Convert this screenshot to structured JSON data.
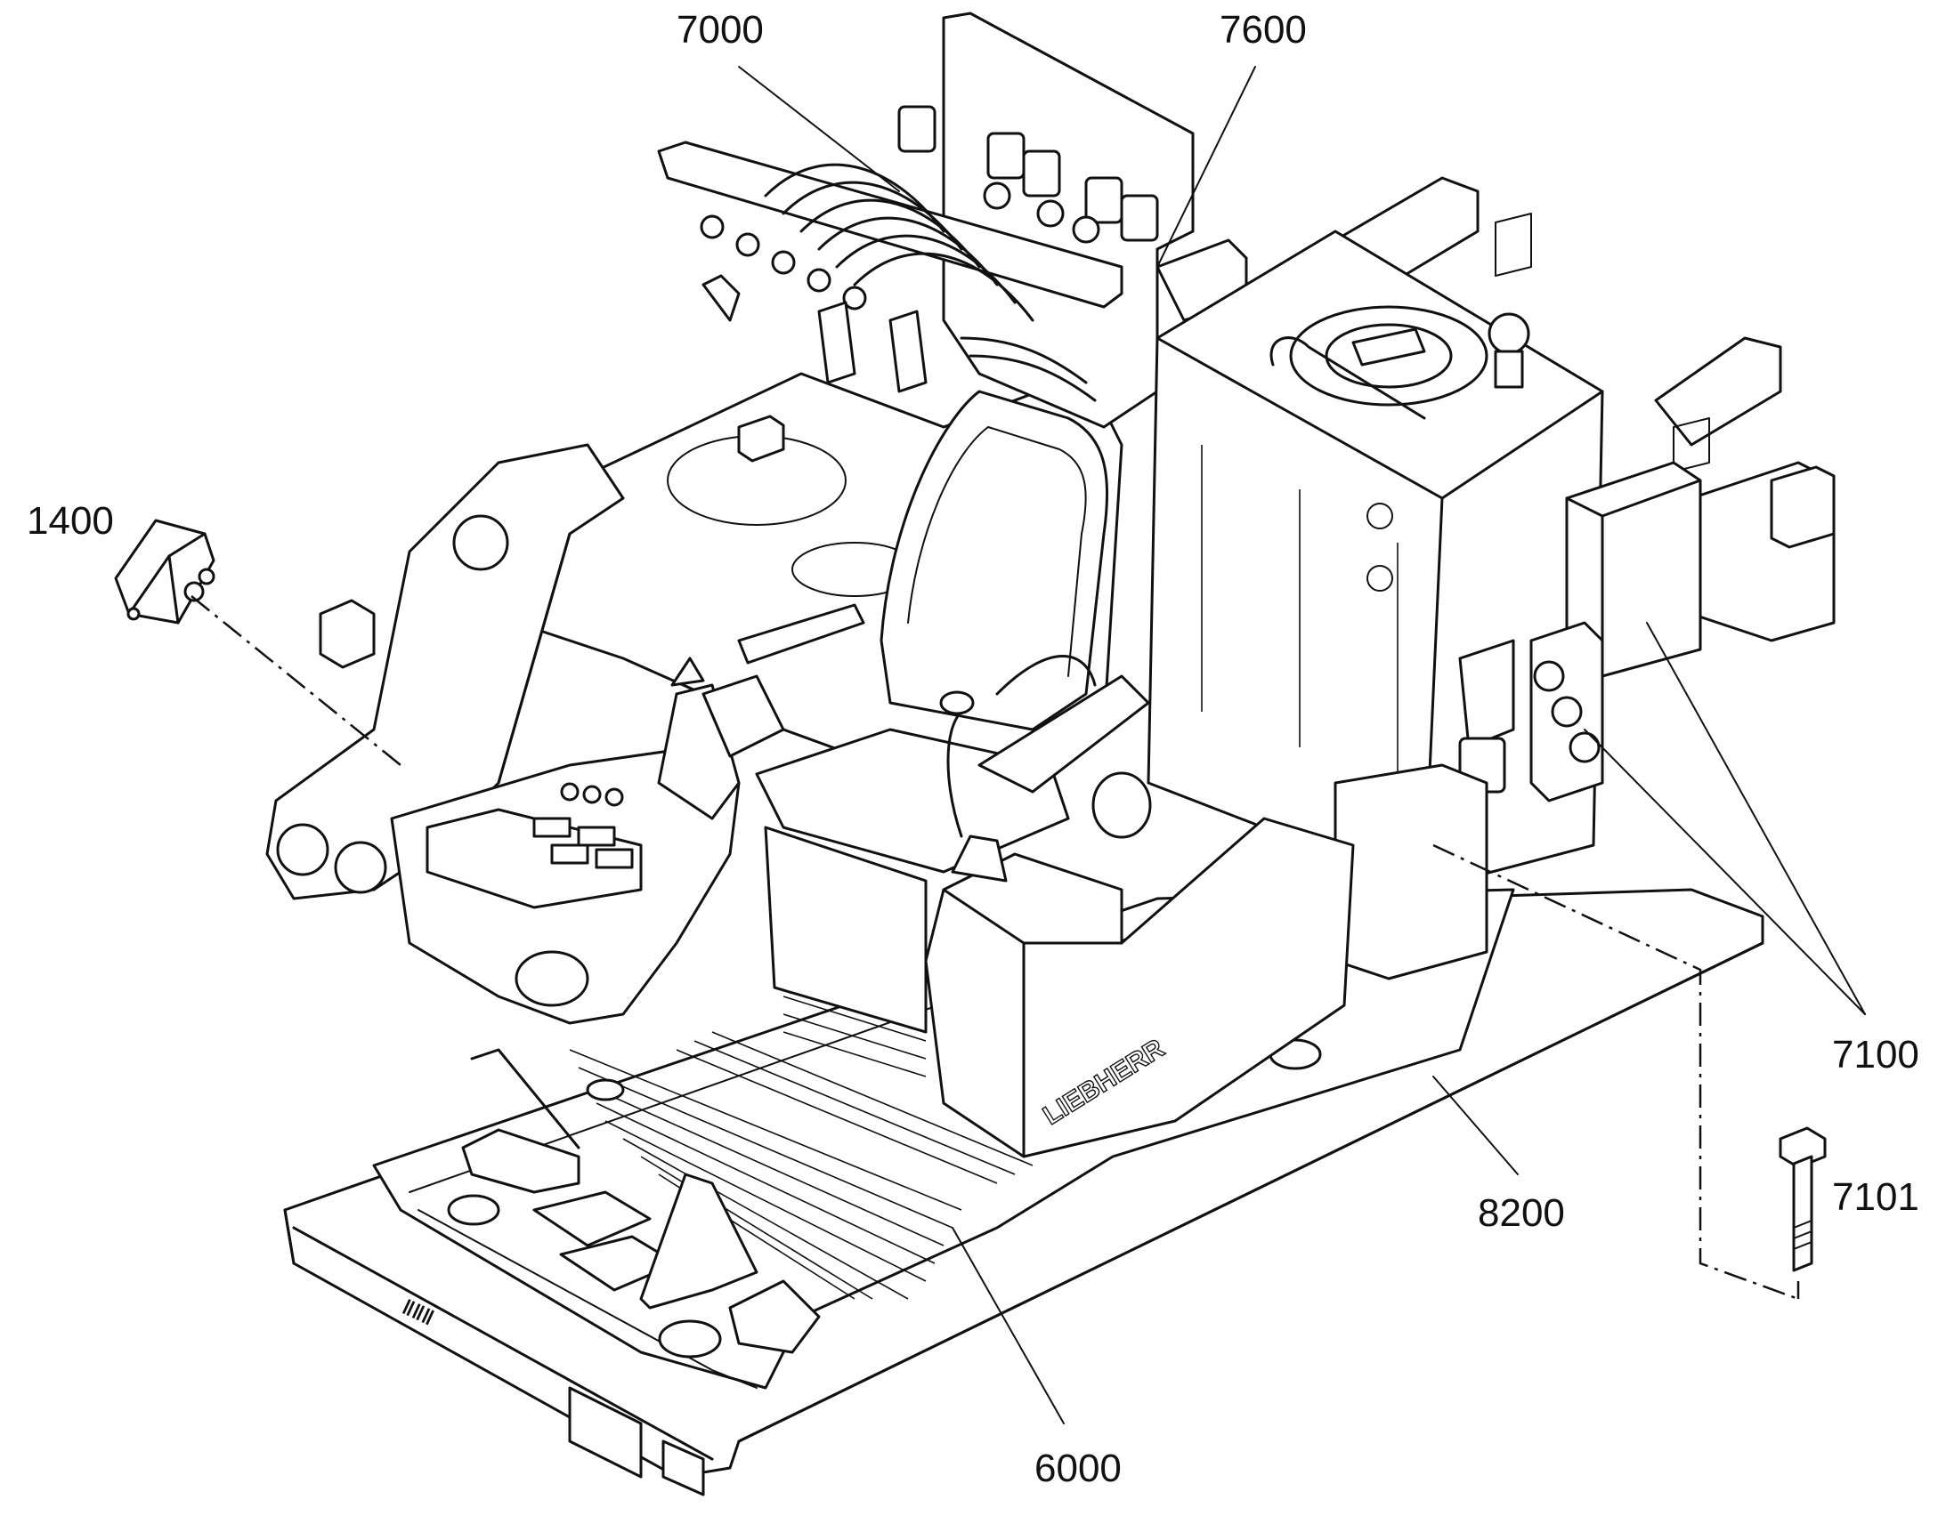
{
  "callouts": [
    {
      "id": "c7000",
      "text": "7000"
    },
    {
      "id": "c7600",
      "text": "7600"
    },
    {
      "id": "c1400",
      "text": "1400"
    },
    {
      "id": "c7100",
      "text": "7100"
    },
    {
      "id": "c7101",
      "text": "7101"
    },
    {
      "id": "c8200",
      "text": "8200"
    },
    {
      "id": "c6000",
      "text": "6000"
    }
  ],
  "brand_mark": "LIEBHERR"
}
